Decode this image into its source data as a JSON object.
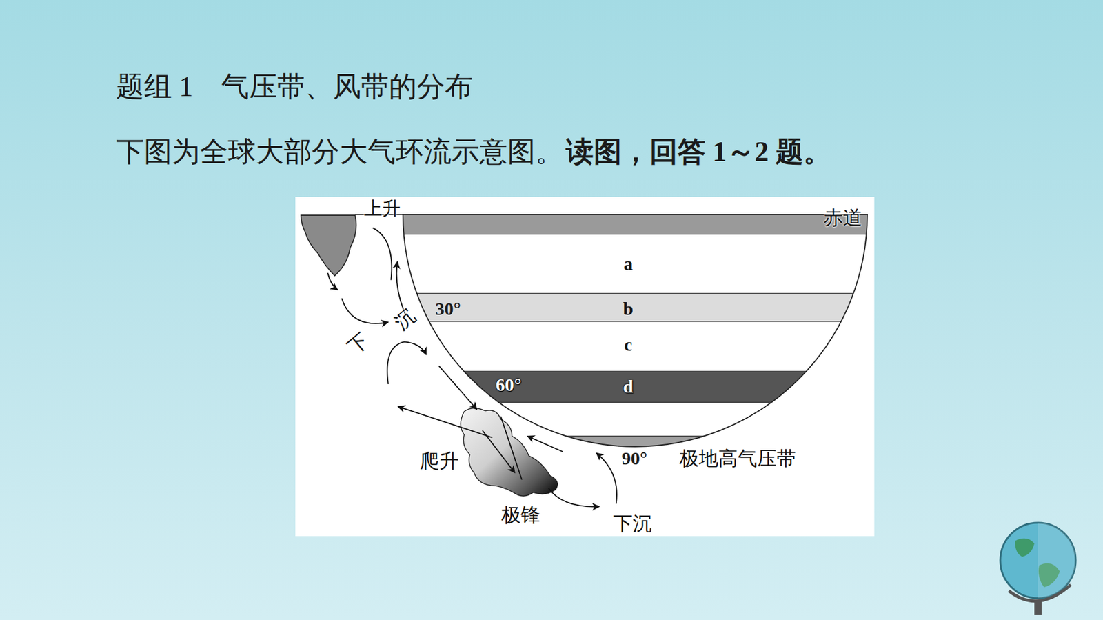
{
  "diagram": {
    "title": "题组 1　气压带、风带的分布",
    "nodes": [
      {
        "text": [
          "赤道"
        ]
      },
      {
        "text": [
          "a"
        ]
      },
      {
        "text": [
          "b"
        ]
      },
      {
        "text": [
          "c"
        ]
      },
      {
        "text": [
          "d"
        ]
      }
    ],
    "labels": [
      "下图为全球大部分大气环流示意图。",
      "读图，回答 1～2 题。",
      "上升",
      "30°",
      "下",
      "沉",
      "60°",
      "爬升",
      "极锋",
      "90°",
      "极地高气压带",
      "下沉"
    ]
  }
}
